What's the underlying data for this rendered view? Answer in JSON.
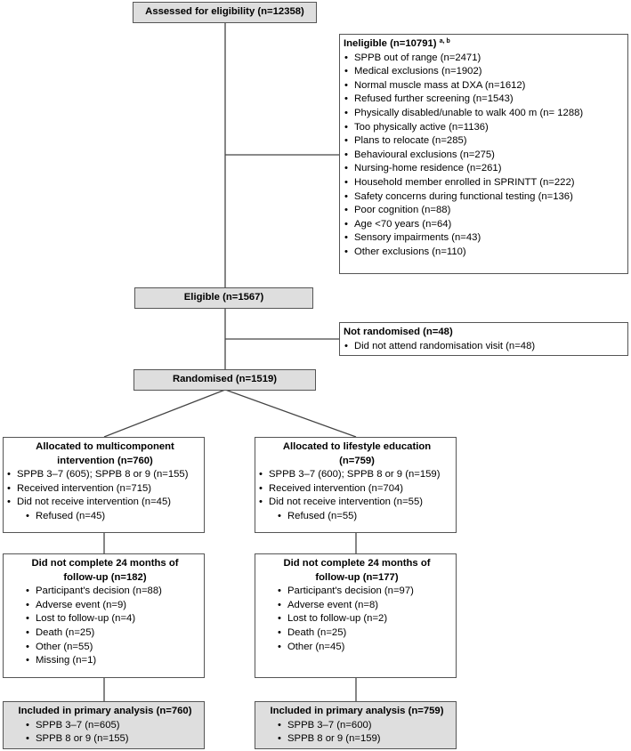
{
  "assessed": {
    "label": "Assessed for eligibility (n=12358)"
  },
  "ineligible": {
    "title": "Ineligible (n=10791)",
    "footnote": "a, b",
    "items": [
      "SPPB out of range (n=2471)",
      "Medical exclusions  (n=1902)",
      "Normal muscle mass at DXA (n=1612)",
      "Refused further screening (n=1543)",
      "Physically disabled/unable to walk 400 m (n= 1288)",
      "Too physically active (n=1136)",
      "Plans to relocate (n=285)",
      "Behavioural exclusions (n=275)",
      "Nursing-home residence (n=261)",
      "Household member enrolled in SPRINTT (n=222)",
      "Safety concerns during functional testing (n=136)",
      "Poor cognition (n=88)",
      "Age <70 years (n=64)",
      "Sensory impairments (n=43)",
      "Other exclusions (n=110)"
    ]
  },
  "eligible": {
    "label": "Eligible (n=1567)"
  },
  "not_randomised": {
    "title": "Not randomised (n=48)",
    "items": [
      "Did not attend randomisation visit (n=48)"
    ]
  },
  "randomised": {
    "label": "Randomised (n=1519)"
  },
  "left": {
    "allocated": {
      "title_line1": "Allocated to multicomponent",
      "title_line2": "intervention (n=760)",
      "items": [
        "SPPB 3–7 (605); SPPB 8 or 9 (n=155)",
        "Received intervention (n=715)",
        "Did not receive intervention (n=45)"
      ],
      "sub_items": [
        "Refused (n=45)"
      ]
    },
    "followup": {
      "title_line1": "Did not complete 24 months of",
      "title_line2": "follow-up (n=182)",
      "items": [
        "Participant's decision (n=88)",
        "Adverse event (n=9)",
        "Lost to follow-up (n=4)",
        "Death (n=25)",
        "Other (n=55)",
        "Missing (n=1)"
      ]
    },
    "analysis": {
      "title": "Included in primary analysis (n=760)",
      "items": [
        "SPPB 3–7 (n=605)",
        "SPPB 8 or 9 (n=155)"
      ]
    }
  },
  "right": {
    "allocated": {
      "title_line1": "Allocated to lifestyle education",
      "title_line2": "(n=759)",
      "items": [
        "SPPB 3–7 (600); SPPB 8 or 9 (n=159)",
        "Received intervention (n=704)",
        "Did not receive intervention (n=55)"
      ],
      "sub_items": [
        "Refused (n=55)"
      ]
    },
    "followup": {
      "title_line1": "Did not complete 24 months of",
      "title_line2": "follow-up  (n=177)",
      "items": [
        "Participant's decision (n=97)",
        "Adverse event (n=8)",
        "Lost to follow-up (n=2)",
        "Death (n=25)",
        "Other (n=45)"
      ]
    },
    "analysis": {
      "title": "Included in primary analysis (n=759)",
      "items": [
        "SPPB 3–7 (n=600)",
        "SPPB 8 or 9 (n=159)"
      ]
    }
  }
}
